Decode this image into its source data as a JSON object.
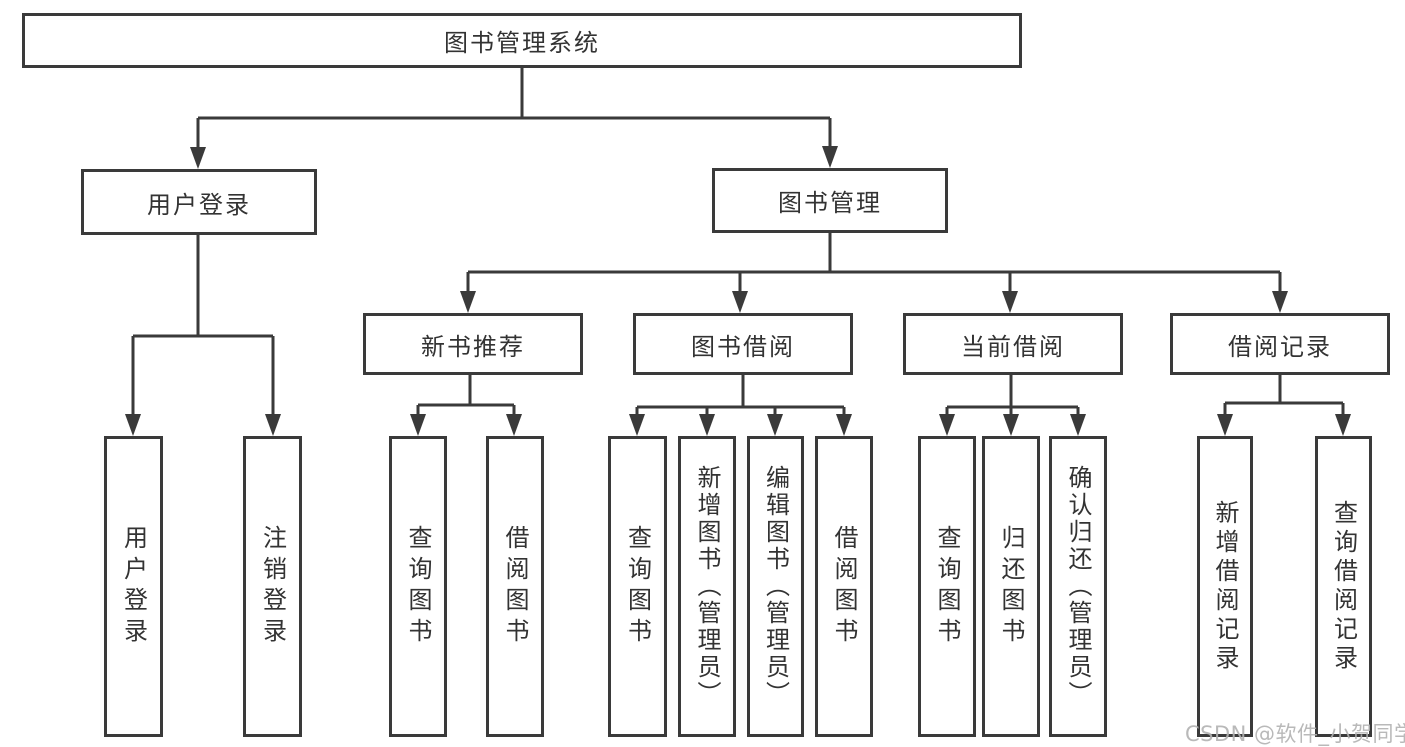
{
  "diagram": {
    "type": "hierarchy-diagram",
    "title": "图书管理系统",
    "colors": {
      "line": "#3a3a3a",
      "box_border": "#3a3a3a",
      "box_background": "#ffffff",
      "text": "#333333",
      "watermark": "#b2b2b2",
      "background": "#ffffff"
    },
    "nodes": {
      "root": "图书管理系统",
      "user_login": "用户登录",
      "book_mgmt": "图书管理",
      "new_book_rec": "新书推荐",
      "book_borrow": "图书借阅",
      "current_borrow": "当前借阅",
      "borrow_record": "借阅记录",
      "leaf_user_login": "用户登录",
      "leaf_logout": "注销登录",
      "leaf_rec_query": "查询图书",
      "leaf_rec_borrow": "借阅图书",
      "leaf_bb_query": "查询图书",
      "leaf_bb_add": "新增图书（管理员）",
      "leaf_bb_edit": "编辑图书（管理员）",
      "leaf_bb_borrow": "借阅图书",
      "leaf_cb_query": "查询图书",
      "leaf_cb_return": "归还图书",
      "leaf_cb_confirm": "确认归还（管理员）",
      "leaf_br_add": "新增借阅记录",
      "leaf_br_query": "查询借阅记录"
    },
    "hierarchy": {
      "图书管理系统": [
        "用户登录",
        "图书管理"
      ],
      "用户登录": [
        "用户登录",
        "注销登录"
      ],
      "图书管理": [
        "新书推荐",
        "图书借阅",
        "当前借阅",
        "借阅记录"
      ],
      "新书推荐": [
        "查询图书",
        "借阅图书"
      ],
      "图书借阅": [
        "查询图书",
        "新增图书（管理员）",
        "编辑图书（管理员）",
        "借阅图书"
      ],
      "当前借阅": [
        "查询图书",
        "归还图书",
        "确认归还（管理员）"
      ],
      "借阅记录": [
        "新增借阅记录",
        "查询借阅记录"
      ]
    },
    "watermark": "CSDN @软件_小贺同学"
  }
}
